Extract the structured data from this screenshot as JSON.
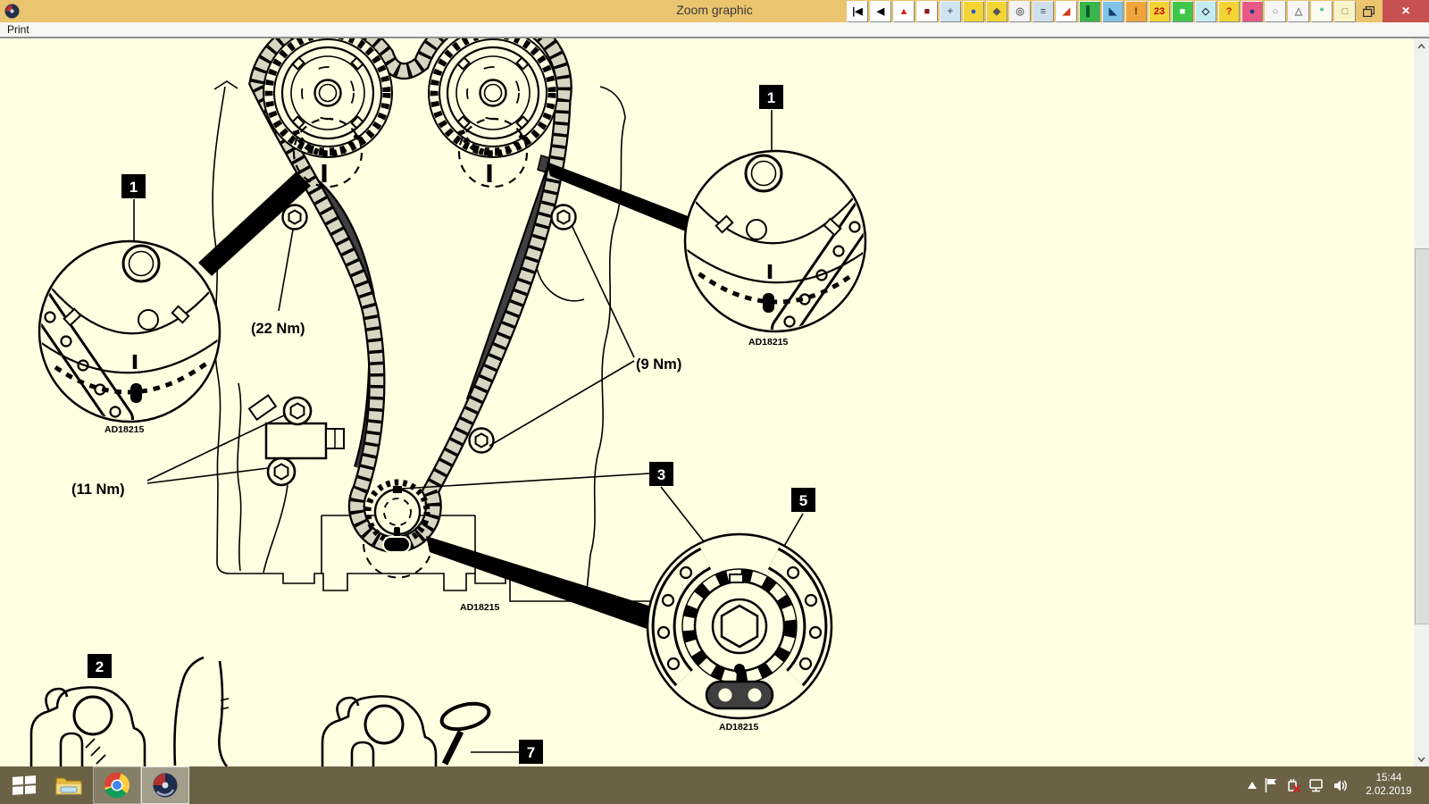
{
  "window": {
    "title": "Zoom graphic"
  },
  "menu": {
    "print": "Print"
  },
  "controls": {
    "close_glyph": "×"
  },
  "toolbar": {
    "icons": [
      {
        "name": "first-page",
        "bg": "#ffffff",
        "fg": "#000000",
        "glyph": "|◀"
      },
      {
        "name": "previous",
        "bg": "#ffffff",
        "fg": "#000000",
        "glyph": "◀"
      },
      {
        "name": "warning",
        "bg": "#ffffff",
        "fg": "#e02020",
        "glyph": "▲"
      },
      {
        "name": "monitor",
        "bg": "#ffffff",
        "fg": "#8b1a1a",
        "glyph": "■"
      },
      {
        "name": "service-tools",
        "bg": "#cfe3f1",
        "fg": "#446688",
        "glyph": "+"
      },
      {
        "name": "engine",
        "bg": "#f2d435",
        "fg": "#2255cc",
        "glyph": "●"
      },
      {
        "name": "mouse",
        "bg": "#f2d435",
        "fg": "#555555",
        "glyph": "◆"
      },
      {
        "name": "wheel",
        "bg": "#f3f3f3",
        "fg": "#666666",
        "glyph": "◎"
      },
      {
        "name": "suspension",
        "bg": "#cfdeeb",
        "fg": "#334f66",
        "glyph": "≡"
      },
      {
        "name": "ramp",
        "bg": "#ffffff",
        "fg": "#d03a1e",
        "glyph": "◢"
      },
      {
        "name": "lift",
        "bg": "#39b54a",
        "fg": "#0a5c2d",
        "glyph": "▌"
      },
      {
        "name": "incline",
        "bg": "#7fc4e8",
        "fg": "#123a6e",
        "glyph": "◣"
      },
      {
        "name": "key",
        "bg": "#f0a43c",
        "fg": "#5a2d00",
        "glyph": "!"
      },
      {
        "name": "management",
        "bg": "#f2d435",
        "fg": "#cc0000",
        "glyph": "23"
      },
      {
        "name": "printer",
        "bg": "#3fc64b",
        "fg": "#ffffff",
        "glyph": "■"
      },
      {
        "name": "cutting",
        "bg": "#c2ecf2",
        "fg": "#222233",
        "glyph": "◇"
      },
      {
        "name": "diagnostic-help",
        "bg": "#f2d435",
        "fg": "#cc2200",
        "glyph": "?"
      },
      {
        "name": "seat",
        "bg": "#e85a86",
        "fg": "#1a3a8a",
        "glyph": "●"
      },
      {
        "name": "tyre",
        "bg": "#f6f6f6",
        "fg": "#888888",
        "glyph": "○"
      },
      {
        "name": "jack",
        "bg": "#f6f6f6",
        "fg": "#777777",
        "glyph": "△"
      },
      {
        "name": "map",
        "bg": "#fcfcf0",
        "fg": "#22aa88",
        "glyph": "*"
      },
      {
        "name": "connector",
        "bg": "#f8f4c6",
        "fg": "#776b2a",
        "glyph": "□"
      }
    ]
  },
  "diagram": {
    "torque_labels": {
      "camshaft_bolt": "(22 Nm)",
      "guide_bolts": "(9 Nm)",
      "tensioner_bolts": "(11 Nm)"
    },
    "ref_code": "AD18215",
    "callout_numbers": {
      "left_cam": "1",
      "right_cam": "1",
      "guide": "2",
      "timing_mark": "3",
      "crank_detail": "5",
      "bolt": "7"
    },
    "colors": {
      "canvas": "#FFFFE1",
      "chain_link": "#D6D6C2",
      "guide": "#3F3F3F",
      "ink": "#000000"
    }
  },
  "taskbar": {
    "clock": {
      "time": "15:44",
      "date": "2.02.2019"
    }
  }
}
